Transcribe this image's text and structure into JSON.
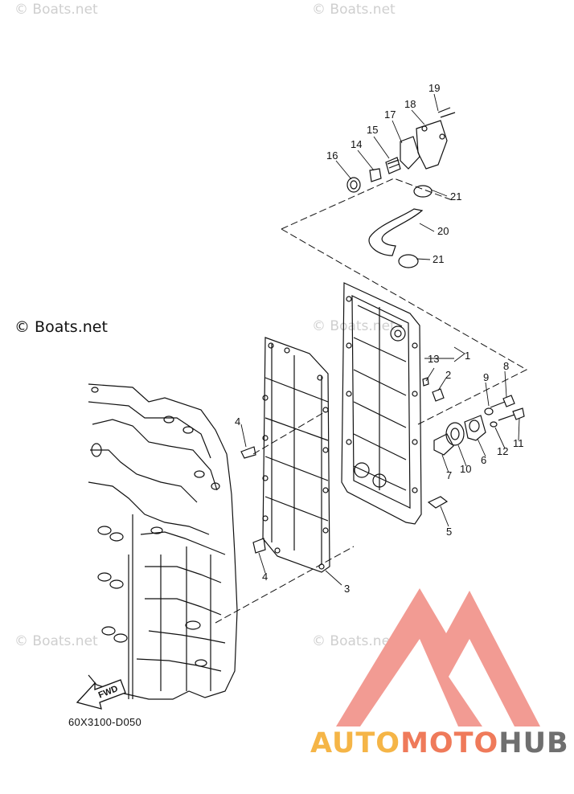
{
  "watermarks": {
    "top_left": "© Boats.net",
    "top_center": "© Boats.net",
    "mid_left": "© Boats.net",
    "mid_center": "© Boats.net",
    "bottom_left": "© Boats.net",
    "bottom_center": "© Boats.net"
  },
  "diagram": {
    "code": "60X3100-D050",
    "fwd_label": "FWD",
    "callouts": {
      "c1": "1",
      "c2": "2",
      "c3": "3",
      "c4a": "4",
      "c4b": "4",
      "c5": "5",
      "c6": "6",
      "c7": "7",
      "c8": "8",
      "c9": "9",
      "c10": "10",
      "c11": "11",
      "c12": "12",
      "c13": "13",
      "c14": "14",
      "c15": "15",
      "c16": "16",
      "c17": "17",
      "c18": "18",
      "c19": "19",
      "c20": "20",
      "c21a": "21",
      "c21b": "21"
    }
  },
  "branding": {
    "part1": "AUTO",
    "part2": "MOTO",
    "part3": "HUB",
    "colors": {
      "auto": "#f5b547",
      "moto": "#ef7a5a",
      "hub": "#6f6f6f",
      "logo": "#f29b93"
    }
  }
}
